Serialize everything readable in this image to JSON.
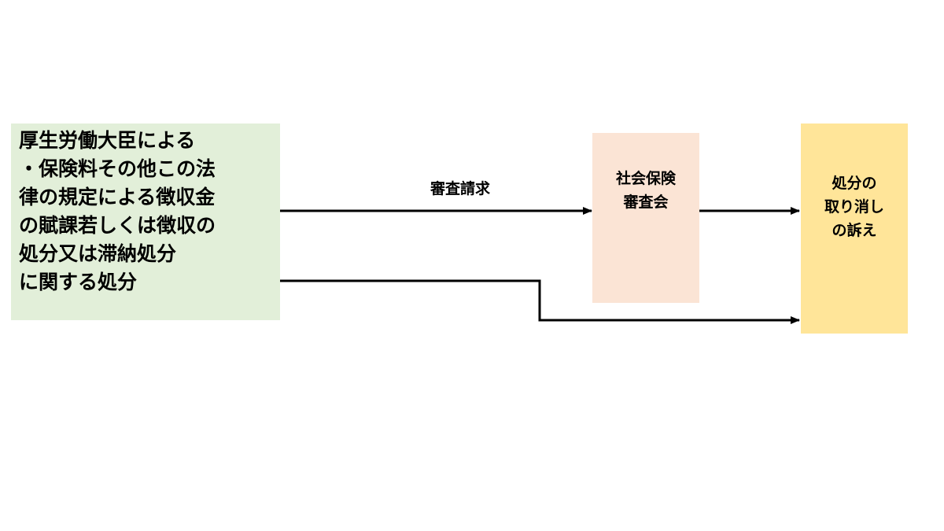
{
  "source_node": {
    "lines": [
      "厚生労働大臣による",
      "・保険料その他この法",
      "律の規定による徴収金",
      "の賦課若しくは徴収の",
      "処分又は滞納処分",
      "に関する処分"
    ],
    "fill_color": "#e2efd9"
  },
  "council_node": {
    "lines": [
      "社会保険",
      "審査会"
    ],
    "fill_color": "#fbe4d5"
  },
  "lawsuit_node": {
    "lines": [
      "処分の",
      "取り消し",
      "の訴え"
    ],
    "fill_color": "#ffe599"
  },
  "edges": {
    "review_request_label": "審査請求",
    "line_color": "#000000"
  }
}
